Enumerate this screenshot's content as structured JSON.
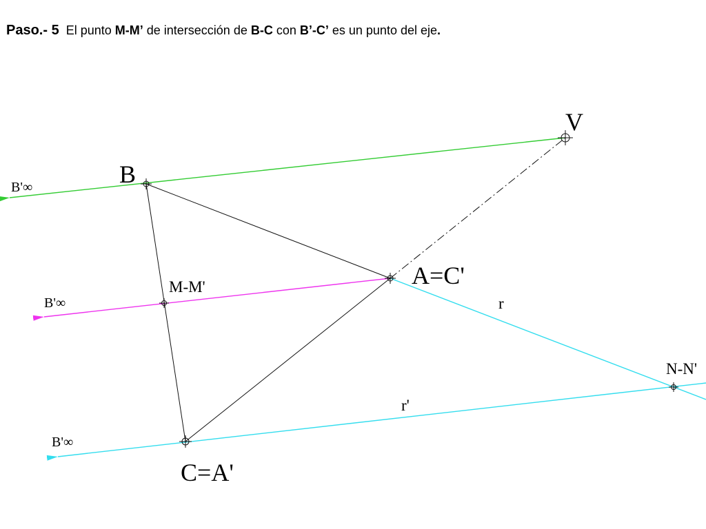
{
  "heading": {
    "step": "Paso.- 5",
    "t1": "El punto ",
    "b1": "M-M’",
    "t2": "  de intersección de ",
    "b2": "B-C",
    "t3": " con ",
    "b3": "B’-C’",
    "t4": " es un punto del eje",
    "t5": "."
  },
  "labels": {
    "v": "V",
    "b": "B",
    "a_c": "A=C'",
    "c_a": "C=A'",
    "m_m": "M-M'",
    "n_n": "N-N'",
    "r": "r",
    "r_prime": "r'",
    "b_inf_top": "B'∞",
    "b_inf_mid": "B'∞",
    "b_inf_bottom": "B'∞"
  },
  "colors": {
    "green": "#33cc33",
    "magenta": "#ee33ee",
    "cyan": "#33ddee",
    "black": "#111111"
  }
}
